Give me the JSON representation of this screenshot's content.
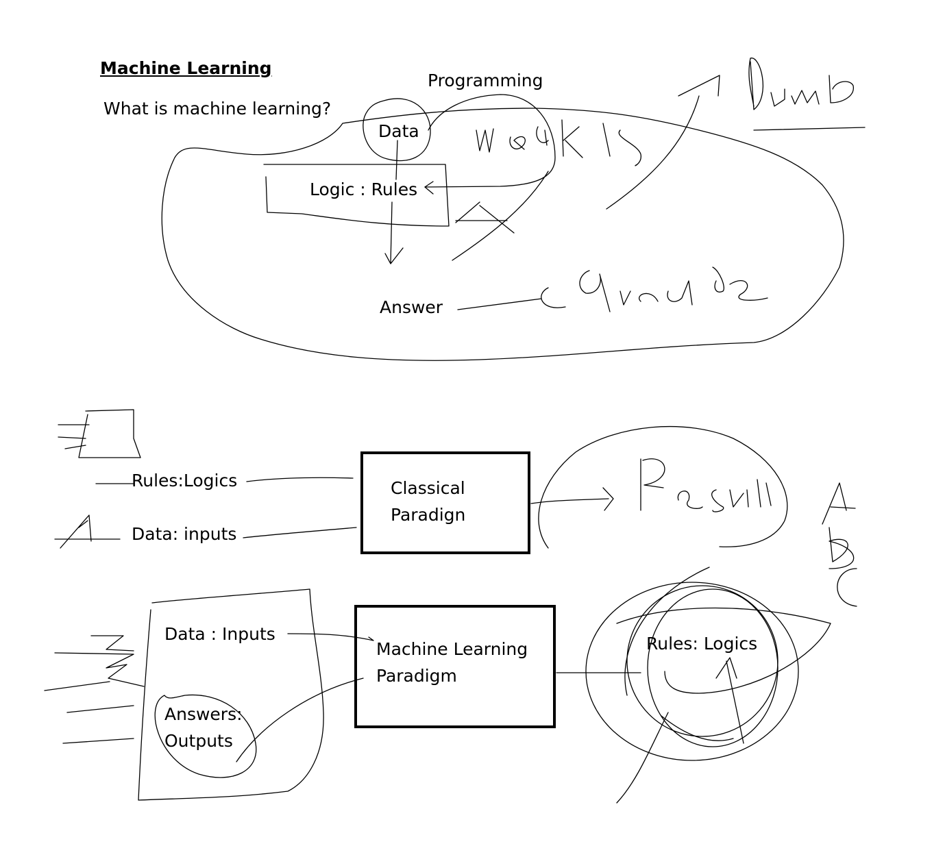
{
  "title": "Machine Learning",
  "question": "What is machine learning?",
  "top_diagram": {
    "programming": "Programming",
    "data": "Data",
    "logic_rules": "Logic : Rules",
    "answer": "Answer"
  },
  "classical": {
    "rules_logics": "Rules:Logics",
    "data_inputs": "Data: inputs",
    "box_line1": "Classical",
    "box_line2": "Paradign"
  },
  "ml": {
    "data_inputs": "Data : Inputs",
    "answers": "Answers:",
    "outputs": "Outputs",
    "box_line1": "Machine Learning",
    "box_line2": "Paradigm",
    "rules_logics": "Rules: Logics"
  }
}
